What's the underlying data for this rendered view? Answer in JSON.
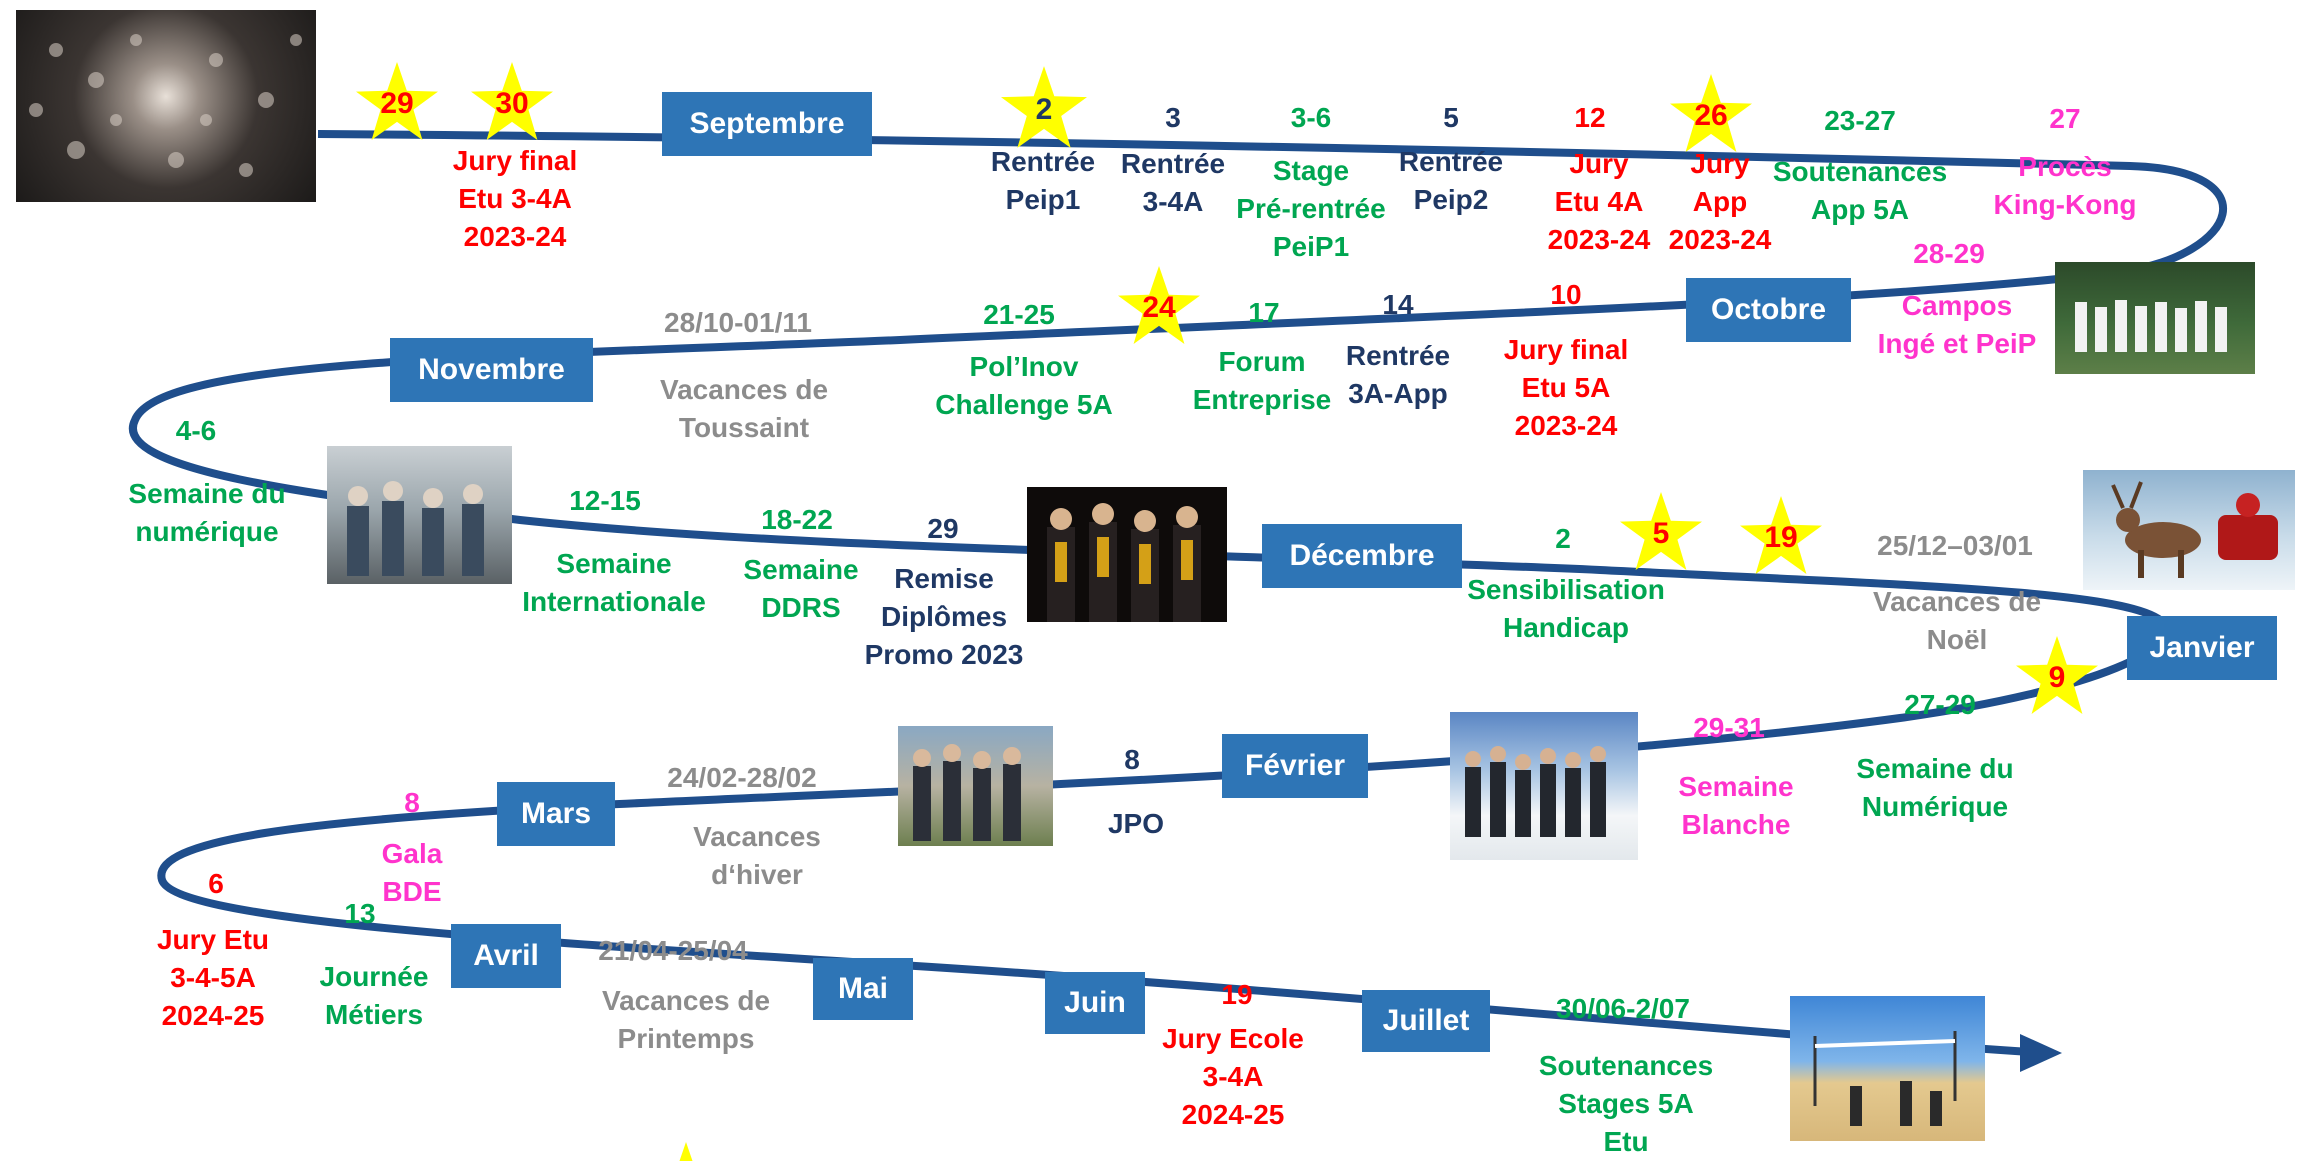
{
  "months": {
    "septembre": "Septembre",
    "octobre": "Octobre",
    "novembre": "Novembre",
    "decembre": "Décembre",
    "janvier": "Janvier",
    "fevrier": "Février",
    "mars": "Mars",
    "avril": "Avril",
    "mai": "Mai",
    "juin": "Juin",
    "juillet": "Juillet"
  },
  "stars": {
    "s29": "29",
    "s30": "30",
    "s2": "2",
    "s26": "26",
    "s24": "24",
    "s5": "5",
    "s19": "19",
    "s9": "9"
  },
  "events": {
    "jury_final_34a": "Jury final\nEtu 3-4A\n2023-24",
    "rentree_peip1": "Rentrée\nPeip1",
    "d3": "3",
    "rentree_34a": "Rentrée\n3-4A",
    "d36": "3-6",
    "stage_preentree": "Stage\nPré-rentrée\nPeiP1",
    "d5": "5",
    "rentree_peip2": "Rentrée\nPeip2",
    "d12": "12",
    "jury_4a": "Jury\nEtu 4A\n2023-24",
    "jury_app": "Jury\nApp\n2023-24",
    "d2327": "23-27",
    "soutenances_app": "Soutenances\nApp 5A",
    "d27": "27",
    "proces": "Procès\nKing-Kong",
    "d2829": "28-29",
    "campos": "Campos\nIngé et PeiP",
    "d_toussaint": "28/10-01/11",
    "vac_toussaint": "Vacances  de\nToussaint",
    "d2125": "21-25",
    "polinov": "Pol’Inov\nChallenge 5A",
    "d17": "17",
    "forum": "Forum\nEntreprise",
    "d14": "14",
    "rentree_3a": "Rentrée\n3A-App",
    "d10": "10",
    "jury_final_5a": "Jury final\nEtu 5A\n2023-24",
    "d46": "4-6",
    "semaine_numerique1": "Semaine du\nnumérique",
    "d1215": "12-15",
    "semaine_inter": "Semaine\nInternationale",
    "d1822": "18-22",
    "semaine_ddrs": "Semaine\nDDRS",
    "d29": "29",
    "remise": "Remise\nDiplômes\nPromo 2023",
    "d2": "2",
    "handicap": "Sensibilisation\nHandicap",
    "d_noel": "25/12–03/01",
    "vac_noel": "Vacances de\nNoël",
    "d2729": "27-29",
    "semaine_numerique2": "Semaine du\nNumérique",
    "d2931": "29-31",
    "semaine_blanche": "Semaine\nBlanche",
    "d8_jpo": "8",
    "jpo": "JPO",
    "d_hiver": "24/02-28/02",
    "vac_hiver": "Vacances\nd‘hiver",
    "d8_gala": "8",
    "gala": "Gala\nBDE",
    "d6": "6",
    "jury_345a": "Jury Etu\n3-4-5A\n2024-25",
    "d13": "13",
    "journee_metiers": "Journée\nMétiers",
    "d_printemps": "21/04-25/04",
    "vac_printemps": "Vacances de\nPrintemps",
    "d19": "19",
    "jury_ecole": "Jury Ecole\n3-4A\n2024-25",
    "d3006": "30/06-2/07",
    "soutenances_stages": "Soutenances\nStages 5A\nEtu"
  },
  "colors": {
    "path": "#1f4e8c",
    "month_box": "#2e75b6",
    "star": "#ffff00",
    "red": "#ff0000",
    "green": "#00a651",
    "navy": "#1f3864",
    "pink": "#ff33cc",
    "grey": "#8c8c8c"
  },
  "icons": {
    "timeline_end": "arrow-right-icon",
    "highlight": "star-icon"
  }
}
